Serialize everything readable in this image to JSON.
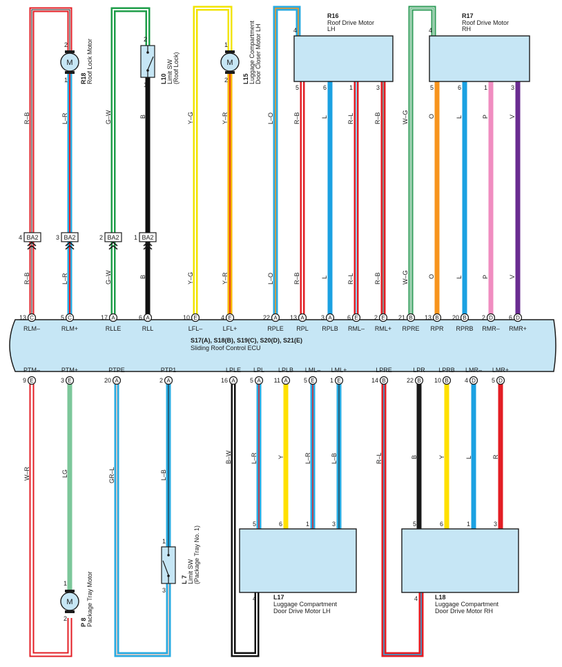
{
  "ecu": {
    "code": "S17(A), S18(B), S19(C), S20(D), S21(E)",
    "name": "Sliding Roof Control ECU"
  },
  "components": {
    "R18": {
      "code": "R18",
      "name": "Roof Lock Motor",
      "symbol": "M"
    },
    "L10": {
      "code": "L10",
      "name": "Limit SW",
      "name2": "(Roof Lock)"
    },
    "L15": {
      "code": "L15",
      "name": "Luggage Compartment",
      "name2": "Door Closer Motor LH",
      "symbol": "M"
    },
    "R16": {
      "code": "R16",
      "name": "Roof Drive Motor",
      "name2": "LH"
    },
    "R17": {
      "code": "R17",
      "name": "Roof Drive Motor",
      "name2": "RH"
    },
    "P8": {
      "code": "P 8",
      "name": "Package Tray Motor",
      "symbol": "M"
    },
    "L7": {
      "code": "L 7",
      "name": "Limit SW",
      "name2": "(Package Tray No. 1)"
    },
    "L17": {
      "code": "L17",
      "name": "Luggage Compartment",
      "name2": "Door Drive Motor LH"
    },
    "L18": {
      "code": "L18",
      "name": "Luggage Compartment",
      "name2": "Door Drive Motor RH"
    }
  },
  "connector_label": "BA2",
  "top_wires": [
    {
      "id": "rlm-minus",
      "color": "R–B",
      "stroke": "#e31e24",
      "signal": "RLM–",
      "ecu_pin": "13",
      "ecu_conn": "C",
      "upper_pin": "2",
      "ba2_pin": "4",
      "ba2_color": "R–B"
    },
    {
      "id": "rlm-plus",
      "color": "L–R",
      "stroke": "#29abe2",
      "signal": "RLM+",
      "ecu_pin": "5",
      "ecu_conn": "C",
      "upper_pin": "1",
      "ba2_pin": "3",
      "ba2_color": "L–R"
    },
    {
      "id": "rlle",
      "color": "G–W",
      "stroke": "#1f9e4a",
      "signal": "RLLE",
      "ecu_pin": "17",
      "ecu_conn": "A",
      "upper_pin": "2",
      "ba2_pin": "2",
      "ba2_color": "G–W"
    },
    {
      "id": "rll",
      "color": "B",
      "stroke": "#111111",
      "signal": "RLL",
      "ecu_pin": "6",
      "ecu_conn": "A",
      "upper_pin": "1",
      "ba2_pin": "1",
      "ba2_color": "B"
    },
    {
      "id": "lfl-minus",
      "color": "Y–G",
      "stroke": "#f2e400",
      "signal": "LFL–",
      "ecu_pin": "10",
      "ecu_conn": "E",
      "lower_color": "Y–G"
    },
    {
      "id": "lfl-plus",
      "color": "Y–R",
      "stroke": "#f7b500",
      "signal": "LFL+",
      "ecu_pin": "4",
      "ecu_conn": "E",
      "upper_pin": "2",
      "lower_color": "Y–R"
    },
    {
      "id": "rple",
      "color": "L–O",
      "stroke": "#29abe2",
      "signal": "RPLE",
      "ecu_pin": "22",
      "ecu_conn": "A",
      "upper_pin": "4",
      "lower_color": "L–O"
    },
    {
      "id": "rpl",
      "color": "R–B",
      "stroke": "#e31e24",
      "signal": "RPL",
      "ecu_pin": "13",
      "ecu_conn": "A",
      "upper_pin": "5",
      "lower_color": "R–B"
    },
    {
      "id": "rplb",
      "color": "L",
      "stroke": "#1ba1e2",
      "signal": "RPLB",
      "ecu_pin": "3",
      "ecu_conn": "A",
      "upper_pin": "6",
      "lower_color": "L"
    },
    {
      "id": "rml-minus",
      "color": "R–L",
      "stroke": "#e31e24",
      "signal": "RML–",
      "ecu_pin": "6",
      "ecu_conn": "E",
      "upper_pin": "1",
      "lower_color": "R–L"
    },
    {
      "id": "rml-plus",
      "color": "R–B",
      "stroke": "#e31e24",
      "signal": "RML+",
      "ecu_pin": "2",
      "ecu_conn": "E",
      "upper_pin": "3",
      "lower_color": "R–B"
    },
    {
      "id": "rpre",
      "color": "W–G",
      "stroke": "#2e9b57",
      "signal": "RPRE",
      "ecu_pin": "21",
      "ecu_conn": "B",
      "upper_pin": "4",
      "lower_color": "W–G"
    },
    {
      "id": "rpr",
      "color": "O",
      "stroke": "#f7941d",
      "signal": "RPR",
      "ecu_pin": "13",
      "ecu_conn": "B",
      "upper_pin": "5",
      "lower_color": "O"
    },
    {
      "id": "rprb",
      "color": "L",
      "stroke": "#1ba1e2",
      "signal": "RPRB",
      "ecu_pin": "20",
      "ecu_conn": "B",
      "upper_pin": "6",
      "lower_color": "L"
    },
    {
      "id": "rmr-minus",
      "color": "P",
      "stroke": "#f08dc0",
      "signal": "RMR–",
      "ecu_pin": "2",
      "ecu_conn": "D",
      "upper_pin": "1",
      "lower_color": "P"
    },
    {
      "id": "rmr-plus",
      "color": "V",
      "stroke": "#6a2c91",
      "signal": "RMR+",
      "ecu_pin": "6",
      "ecu_conn": "D",
      "upper_pin": "3",
      "lower_color": "V"
    }
  ],
  "bottom_wires": [
    {
      "id": "ptm-minus",
      "color": "W–R",
      "stroke": "#e31e24",
      "signal": "PTM–",
      "ecu_pin": "9",
      "ecu_conn": "E"
    },
    {
      "id": "ptm-plus",
      "color": "LG",
      "stroke": "#7cc79a",
      "signal": "PTM+",
      "ecu_pin": "3",
      "ecu_conn": "E"
    },
    {
      "id": "ptpe",
      "color": "GR–L",
      "stroke": "#29abe2",
      "signal": "PTPE",
      "ecu_pin": "20",
      "ecu_conn": "A"
    },
    {
      "id": "ptp1",
      "color": "L–B",
      "stroke": "#29abe2",
      "signal": "PTP1",
      "ecu_pin": "2",
      "ecu_conn": "A"
    },
    {
      "id": "lple",
      "color": "B–W",
      "stroke": "#111111",
      "signal": "LPLE",
      "ecu_pin": "16",
      "ecu_conn": "A"
    },
    {
      "id": "lpl",
      "color": "L–R",
      "stroke": "#29abe2",
      "signal": "LPL",
      "ecu_pin": "5",
      "ecu_conn": "A",
      "comp_pin": "5"
    },
    {
      "id": "lplb",
      "color": "Y",
      "stroke": "#ffe000",
      "signal": "LPLB",
      "ecu_pin": "11",
      "ecu_conn": "A",
      "comp_pin": "6"
    },
    {
      "id": "lml-minus",
      "color": "L–R",
      "stroke": "#29abe2",
      "signal": "LML–",
      "ecu_pin": "5",
      "ecu_conn": "E",
      "comp_pin": "1"
    },
    {
      "id": "lml-plus",
      "color": "L–B",
      "stroke": "#29abe2",
      "signal": "LML+",
      "ecu_pin": "1",
      "ecu_conn": "E",
      "comp_pin": "3"
    },
    {
      "id": "lpre",
      "color": "R–L",
      "stroke": "#e31e24",
      "signal": "LPRE",
      "ecu_pin": "14",
      "ecu_conn": "B"
    },
    {
      "id": "lpr",
      "color": "B",
      "stroke": "#1a1a1a",
      "signal": "LPR",
      "ecu_pin": "22",
      "ecu_conn": "B",
      "comp_pin": "5"
    },
    {
      "id": "lprb",
      "color": "Y",
      "stroke": "#ffe000",
      "signal": "LPRB",
      "ecu_pin": "10",
      "ecu_conn": "B",
      "comp_pin": "6"
    },
    {
      "id": "lmr-minus",
      "color": "L",
      "stroke": "#1ba1e2",
      "signal": "LMR–",
      "ecu_pin": "4",
      "ecu_conn": "D",
      "comp_pin": "1"
    },
    {
      "id": "lmr-plus",
      "color": "R",
      "stroke": "#e31e24",
      "signal": "LMR+",
      "ecu_pin": "5",
      "ecu_conn": "D",
      "comp_pin": "3"
    }
  ],
  "pins": {
    "r18_top": "2",
    "r18_bottom": "1",
    "l10_top": "2",
    "l10_bottom": "1",
    "l15_top": "1",
    "l15_bottom": "2",
    "p8_top": "1",
    "p8_bottom": "2",
    "l7_top": "1",
    "l7_bottom": "3",
    "l17_ground": "4",
    "l18_ground": "4"
  },
  "colors": {
    "ecu_fill": "#c6e6f5",
    "box_fill": "#c6e6f5",
    "outline": "#1a1a1a"
  }
}
